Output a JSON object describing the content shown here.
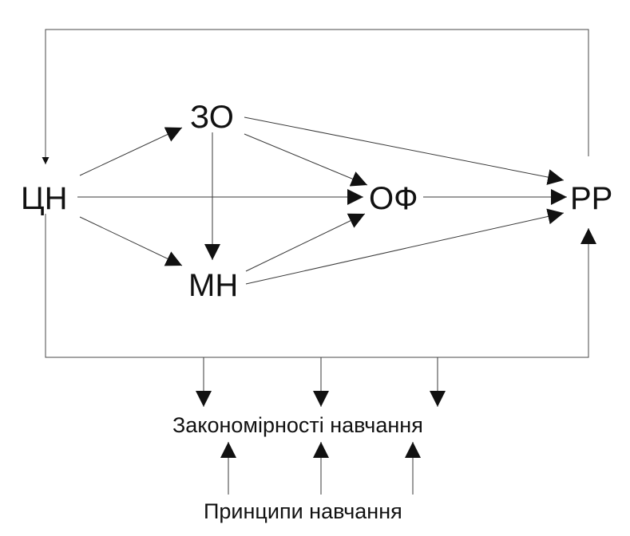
{
  "nodes": {
    "cn": "ЦН",
    "zo": "ЗО",
    "mn": "МН",
    "of": "ОФ",
    "rr": "РР"
  },
  "labels": {
    "regularities": "Закономірності навчання",
    "principles": "Принципи навчання"
  },
  "colors": {
    "ink": "#111111",
    "line": "#3a3a3a"
  }
}
